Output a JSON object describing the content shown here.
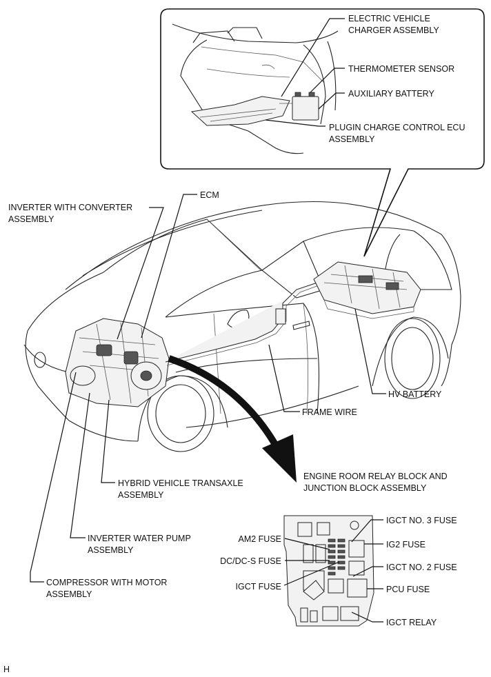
{
  "labels": {
    "ev_charger": [
      "ELECTRIC VEHICLE",
      "CHARGER ASSEMBLY"
    ],
    "thermometer": [
      "THERMOMETER SENSOR"
    ],
    "aux_battery": [
      "AUXILIARY BATTERY"
    ],
    "plugin_ecu": [
      "PLUGIN CHARGE CONTROL ECU",
      "ASSEMBLY"
    ],
    "ecm": [
      "ECM"
    ],
    "inverter": [
      "INVERTER WITH CONVERTER",
      "ASSEMBLY"
    ],
    "hv_battery": [
      "HV BATTERY"
    ],
    "frame_wire": [
      "FRAME WIRE"
    ],
    "transaxle": [
      "HYBRID VEHICLE TRANSAXLE",
      "ASSEMBLY"
    ],
    "relay_block": [
      "ENGINE ROOM RELAY BLOCK AND",
      "JUNCTION BLOCK ASSEMBLY"
    ],
    "water_pump": [
      "INVERTER WATER PUMP",
      "ASSEMBLY"
    ],
    "compressor": [
      "COMPRESSOR WITH MOTOR",
      "ASSEMBLY"
    ],
    "am2_fuse": [
      "AM2 FUSE"
    ],
    "dcdc_fuse": [
      "DC/DC-S FUSE"
    ],
    "igct_fuse": [
      "IGCT FUSE"
    ],
    "igct3_fuse": [
      "IGCT NO. 3 FUSE"
    ],
    "ig2_fuse": [
      "IG2 FUSE"
    ],
    "igct2_fuse": [
      "IGCT NO. 2 FUSE"
    ],
    "pcu_fuse": [
      "PCU FUSE"
    ],
    "igct_relay": [
      "IGCT RELAY"
    ]
  },
  "corner_mark": "H"
}
